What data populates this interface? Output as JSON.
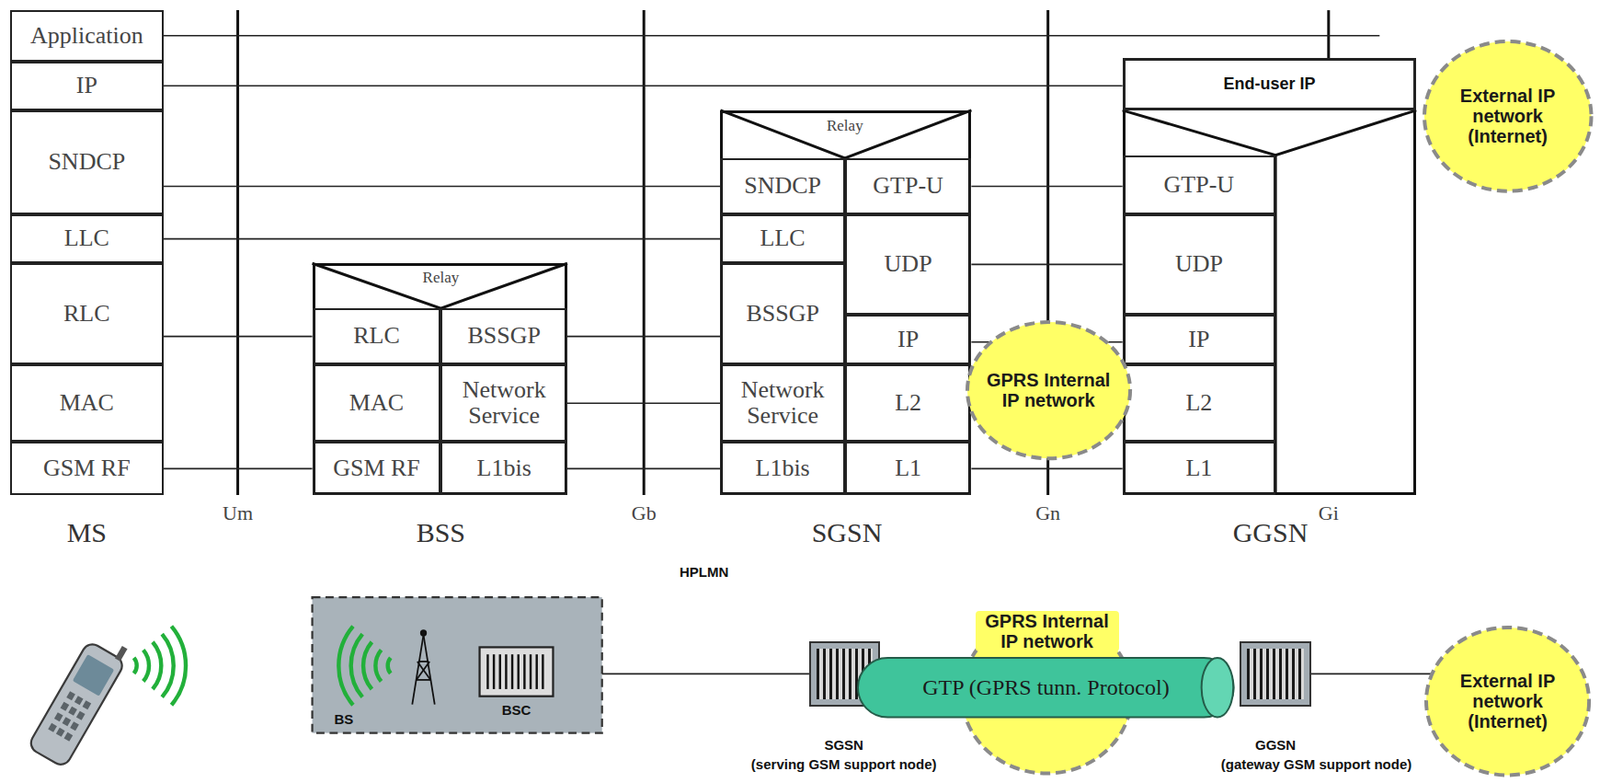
{
  "diagram": {
    "nodes": [
      {
        "text": [
          "MS"
        ]
      },
      {
        "text": [
          "Application"
        ],
        "in": 0
      },
      {
        "text": [
          "IP"
        ],
        "in": 0
      },
      {
        "text": [
          "SNDCP"
        ],
        "in": 0
      },
      {
        "text": [
          "LLC"
        ],
        "in": 0
      },
      {
        "text": [
          "RLC"
        ],
        "in": 0
      },
      {
        "text": [
          "MAC"
        ],
        "in": 0
      },
      {
        "text": [
          "GSM RF"
        ],
        "in": 0
      },
      {
        "text": [
          "BSS"
        ]
      },
      {
        "text": [
          "RLC"
        ],
        "in": 8
      },
      {
        "text": [
          "BSSGP"
        ],
        "in": 8
      },
      {
        "text": [
          "MAC"
        ],
        "in": 8
      },
      {
        "text": [
          "Network Service"
        ],
        "in": 8
      },
      {
        "text": [
          "GSM RF"
        ],
        "in": 8
      },
      {
        "text": [
          "L1bis"
        ],
        "in": 8
      },
      {
        "text": [
          "SGSN"
        ]
      },
      {
        "text": [
          "SNDCP"
        ],
        "in": 15
      },
      {
        "text": [
          "GTP-U"
        ],
        "in": 15
      },
      {
        "text": [
          "LLC"
        ],
        "in": 15
      },
      {
        "text": [
          "UDP"
        ],
        "in": 15
      },
      {
        "text": [
          "BSSGP"
        ],
        "in": 15
      },
      {
        "text": [
          "IP"
        ],
        "in": 15
      },
      {
        "text": [
          "Network Service"
        ],
        "in": 15
      },
      {
        "text": [
          "L2"
        ],
        "in": 15
      },
      {
        "text": [
          "L1bis"
        ],
        "in": 15
      },
      {
        "text": [
          "L1"
        ],
        "in": 15
      },
      {
        "text": [
          "GGSN"
        ]
      },
      {
        "text": [
          "End-user IP"
        ],
        "in": 26
      },
      {
        "text": [
          "GTP-U"
        ],
        "in": 26
      },
      {
        "text": [
          "UDP"
        ],
        "in": 26
      },
      {
        "text": [
          "IP"
        ],
        "in": 26
      },
      {
        "text": [
          "L2"
        ],
        "in": 26
      },
      {
        "text": [
          "L1"
        ],
        "in": 26
      },
      {
        "text": [
          "External IP network (Internet)"
        ]
      },
      {
        "text": [
          "GPRS Internal IP network"
        ]
      },
      {
        "text": [
          "BS",
          "BSC"
        ]
      },
      {
        "text": [
          "SGSN",
          "(serving GSM support node)"
        ]
      },
      {
        "text": [
          "GPRS Internal IP network"
        ]
      },
      {
        "text": [
          "GTP (GPRS tunn. Protocol)"
        ]
      },
      {
        "text": [
          "GGSN",
          "(gateway GSM support node)"
        ]
      },
      {
        "text": [
          "External IP network (Internet)"
        ]
      }
    ],
    "edges": [
      {
        "from": 2,
        "to": 27,
        "arrow": "none"
      },
      {
        "from": 3,
        "to": 16,
        "arrow": "none"
      },
      {
        "from": 4,
        "to": 18,
        "arrow": "none"
      },
      {
        "from": 5,
        "to": 9,
        "arrow": "none"
      },
      {
        "from": 7,
        "to": 13,
        "arrow": "none"
      },
      {
        "from": 10,
        "to": 20,
        "arrow": "none"
      },
      {
        "from": 12,
        "to": 22,
        "arrow": "none"
      },
      {
        "from": 14,
        "to": 24,
        "arrow": "none"
      },
      {
        "from": 17,
        "to": 28,
        "arrow": "none"
      },
      {
        "from": 19,
        "to": 29,
        "arrow": "none"
      },
      {
        "from": 21,
        "to": 34,
        "arrow": "none"
      },
      {
        "from": 34,
        "to": 30,
        "arrow": "none"
      },
      {
        "from": 25,
        "to": 32,
        "arrow": "none"
      },
      {
        "from": 35,
        "to": 36,
        "arrow": "none"
      },
      {
        "from": 39,
        "to": 40,
        "arrow": "none"
      }
    ],
    "labels": [
      "Relay",
      "Relay",
      "Um",
      "Gb",
      "Gn",
      "Gi",
      "HPLMN"
    ]
  }
}
